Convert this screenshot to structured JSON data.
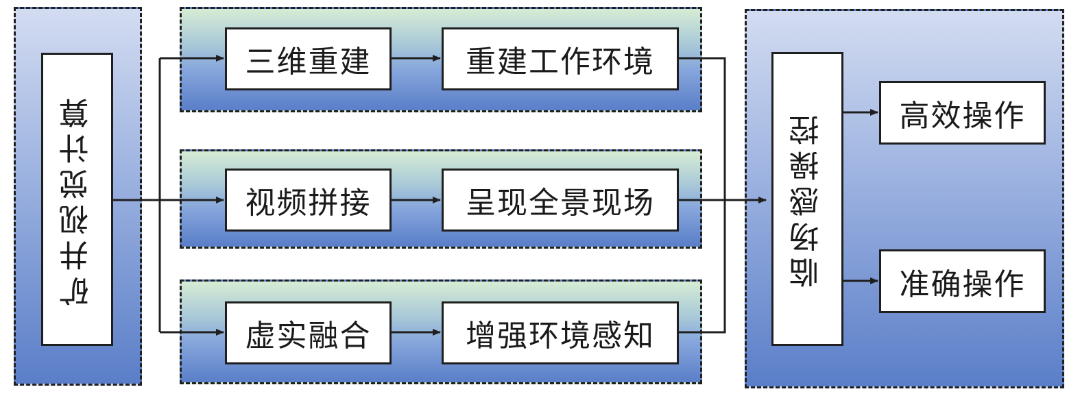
{
  "nodes": {
    "source": "矿井视觉计算",
    "branches": [
      {
        "method": "三维重建",
        "result": "重建工作环境"
      },
      {
        "method": "视频拼接",
        "result": "呈现全景现场"
      },
      {
        "method": "虚实融合",
        "result": "增强环境感知"
      }
    ],
    "control": "临场感操控",
    "outcomes": [
      "高效操作",
      "准确操作"
    ]
  },
  "colors": {
    "line": "#1f1f1f",
    "panel_top_blue": "#d3dcf1",
    "panel_bottom_blue": "#5a7ec8",
    "panel_top_green": "#d6ecd4"
  }
}
